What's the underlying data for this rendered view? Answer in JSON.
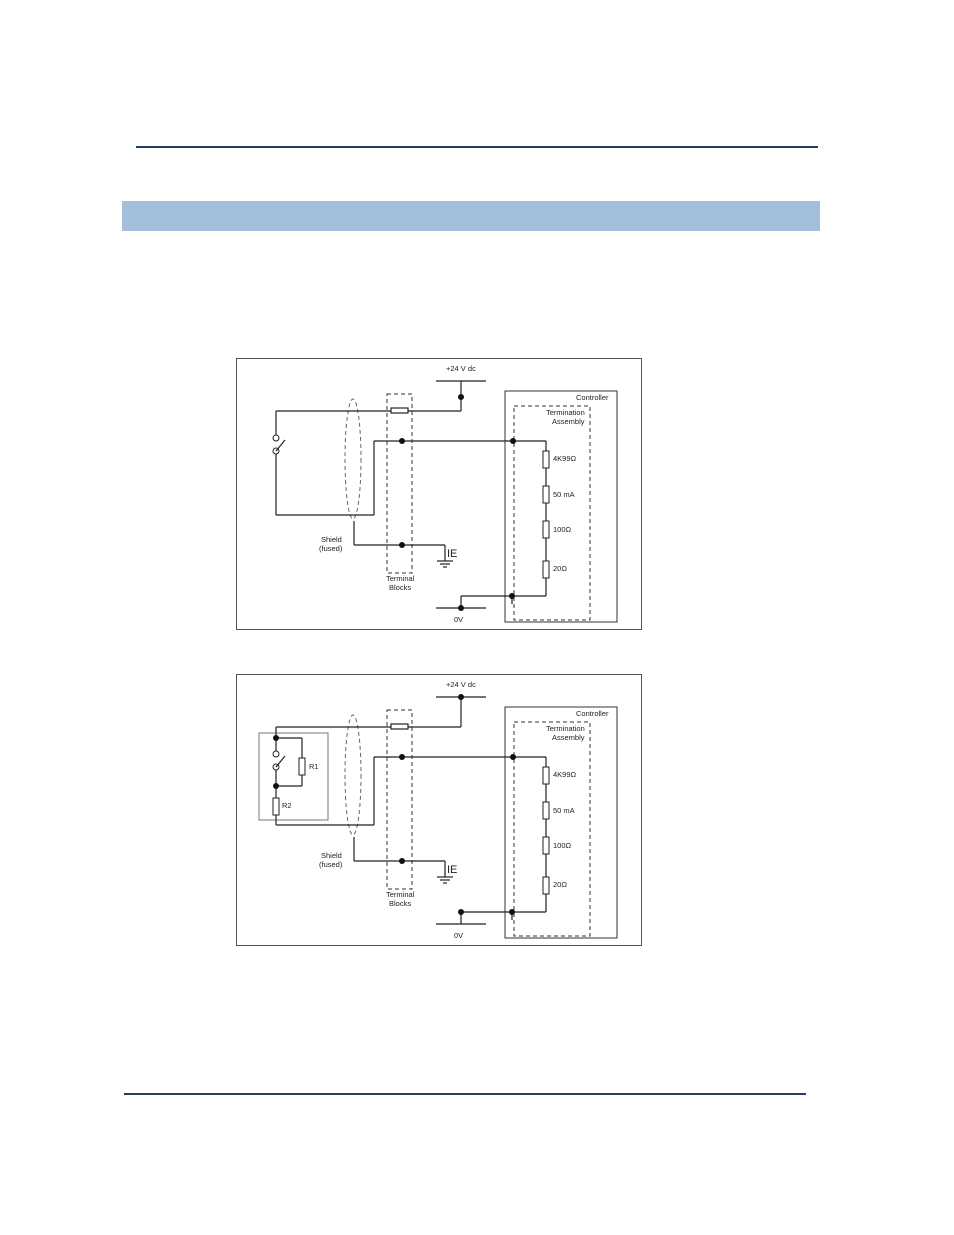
{
  "diagrams": [
    {
      "supply": "+24 V dc",
      "controller": "Controller",
      "termination": [
        "Termination",
        "Assembly"
      ],
      "resistors": [
        "4K99Ω",
        "50 mA",
        "100Ω",
        "20Ω"
      ],
      "shield": [
        "Shield",
        "(fused)"
      ],
      "earth": "IE",
      "terminal_blocks": [
        "Terminal",
        "Blocks"
      ],
      "zero_volt": "0V"
    },
    {
      "supply": "+24 V dc",
      "controller": "Controller",
      "termination": [
        "Termination",
        "Assembly"
      ],
      "resistors": [
        "4K99Ω",
        "50 mA",
        "100Ω",
        "20Ω"
      ],
      "shield": [
        "Shield",
        "(fused)"
      ],
      "earth": "IE",
      "terminal_blocks": [
        "Terminal",
        "Blocks"
      ],
      "zero_volt": "0V",
      "switch_resistors": [
        "R1",
        "R2"
      ]
    }
  ]
}
